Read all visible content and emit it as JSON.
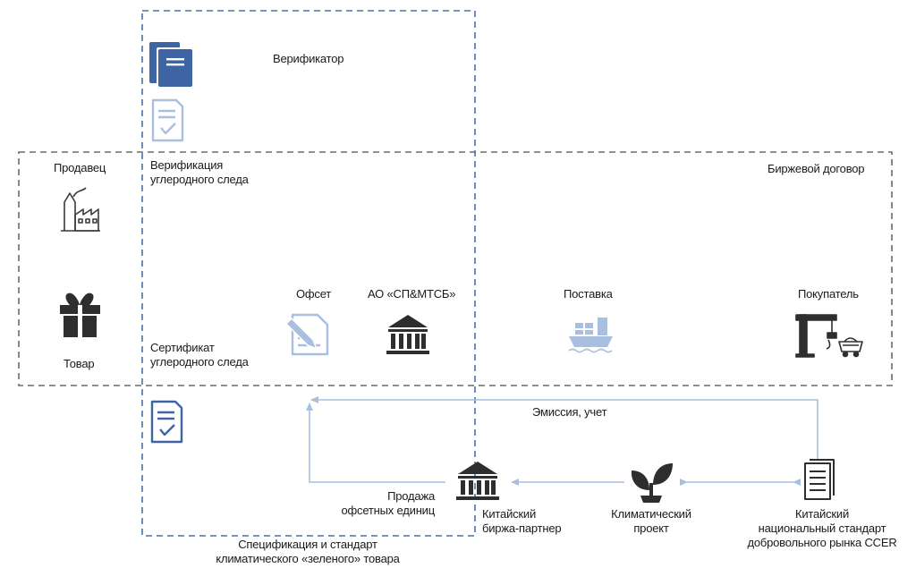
{
  "labels": {
    "verifier": "Верификатор",
    "verification": [
      "Верификация",
      "углеродного следа"
    ],
    "seller": "Продавец",
    "exchange_contract": "Биржевой договор",
    "offset": "Офсет",
    "ao": "АО «СП&МТСБ»",
    "delivery": "Поставка",
    "buyer": "Покупатель",
    "certificate": [
      "Сертификат",
      "углеродного следа"
    ],
    "goods": "Товар",
    "emission": "Эмиссия, учет",
    "sale": [
      "Продажа",
      "офсетных единиц"
    ],
    "chinese_exchange": [
      "Китайский",
      "биржа-партнер"
    ],
    "climate_project": [
      "Климатический",
      "проект"
    ],
    "chinese_standard": [
      "Китайский",
      "национальный стандарт",
      "добровольного рынка CCER"
    ],
    "specification": [
      "Спецификация и стандарт",
      "климатического «зеленого» товара"
    ]
  },
  "colors": {
    "dark_blue": "#3f64a4",
    "light_blue": "#a9bfdf",
    "arrow": "#a9bfdf",
    "dash_gray": "#6b6b6b",
    "dash_blue": "#4a72b0",
    "text": "#1a1a1a",
    "icon_dark": "#3a3a3a"
  },
  "icons": {
    "verifier": "documents-stack-icon",
    "verification": "document-check-icon",
    "seller": "factory-icon",
    "goods": "gift-icon",
    "offset": "document-pencil-icon",
    "ao": "bank-building-icon",
    "delivery": "cargo-ship-icon",
    "buyer": "port-crane-icon",
    "certificate": "document-check-icon",
    "chinese_exchange": "bank-building-icon",
    "climate_project": "plant-sprout-icon",
    "chinese_standard": "document-list-icon"
  }
}
